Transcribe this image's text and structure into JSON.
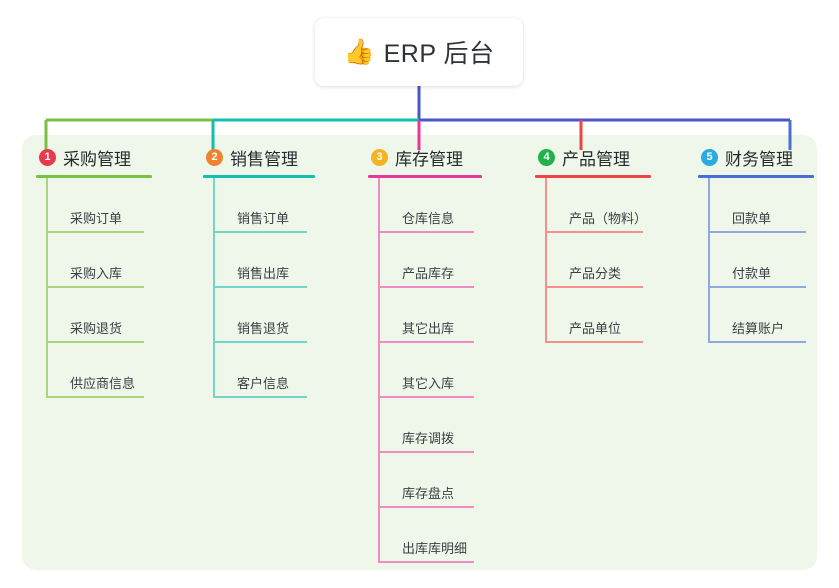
{
  "title": {
    "emoji": "👍",
    "icon_name": "thumbs-up-icon",
    "text": "ERP 后台"
  },
  "theme": {
    "page_background": "#ffffff",
    "panel_background": "#eef7e9",
    "card_background": "#ffffff",
    "title_text_color": "#2e3338",
    "item_text_color": "#3b4046"
  },
  "trunk": {
    "stem_color": "#4a56c8",
    "bus_segment_left_color": "#7ac143",
    "bus_segment_mid_color": "#12c1ad",
    "bus_segment_right_color": "#4a56c8"
  },
  "columns": [
    {
      "number": "1",
      "badge_color": "#e8394f",
      "title": "采购管理",
      "accent": "#7ac143",
      "accent_light": "#a9d57f",
      "drop_color": "#7ac143",
      "items": [
        {
          "label": "采购订单"
        },
        {
          "label": "采购入库"
        },
        {
          "label": "采购退货"
        },
        {
          "label": "供应商信息"
        }
      ]
    },
    {
      "number": "2",
      "badge_color": "#f08331",
      "title": "销售管理",
      "accent": "#12c1ad",
      "accent_light": "#76d4c9",
      "drop_color": "#12c1ad",
      "items": [
        {
          "label": "销售订单"
        },
        {
          "label": "销售出库"
        },
        {
          "label": "销售退货"
        },
        {
          "label": "客户信息"
        }
      ]
    },
    {
      "number": "3",
      "badge_color": "#f5b324",
      "title": "库存管理",
      "accent": "#e5389a",
      "accent_light": "#ef8cc3",
      "drop_color": "#e5389a",
      "items": [
        {
          "label": "仓库信息"
        },
        {
          "label": "产品库存"
        },
        {
          "label": "其它出库"
        },
        {
          "label": "其它入库"
        },
        {
          "label": "库存调拨"
        },
        {
          "label": "库存盘点"
        },
        {
          "label": "出库库明细"
        }
      ]
    },
    {
      "number": "4",
      "badge_color": "#22b14c",
      "title": "产品管理",
      "accent": "#ef4444",
      "accent_light": "#f5908d",
      "drop_color": "#ef4444",
      "items": [
        {
          "label": "产品（物料）"
        },
        {
          "label": "产品分类"
        },
        {
          "label": "产品单位"
        }
      ]
    },
    {
      "number": "5",
      "badge_color": "#29abe2",
      "title": "财务管理",
      "accent": "#4a6fd4",
      "accent_light": "#8fa8e3",
      "drop_color": "#4a6fd4",
      "items": [
        {
          "label": "回款单"
        },
        {
          "label": "付款单"
        },
        {
          "label": "结算账户"
        }
      ]
    }
  ]
}
